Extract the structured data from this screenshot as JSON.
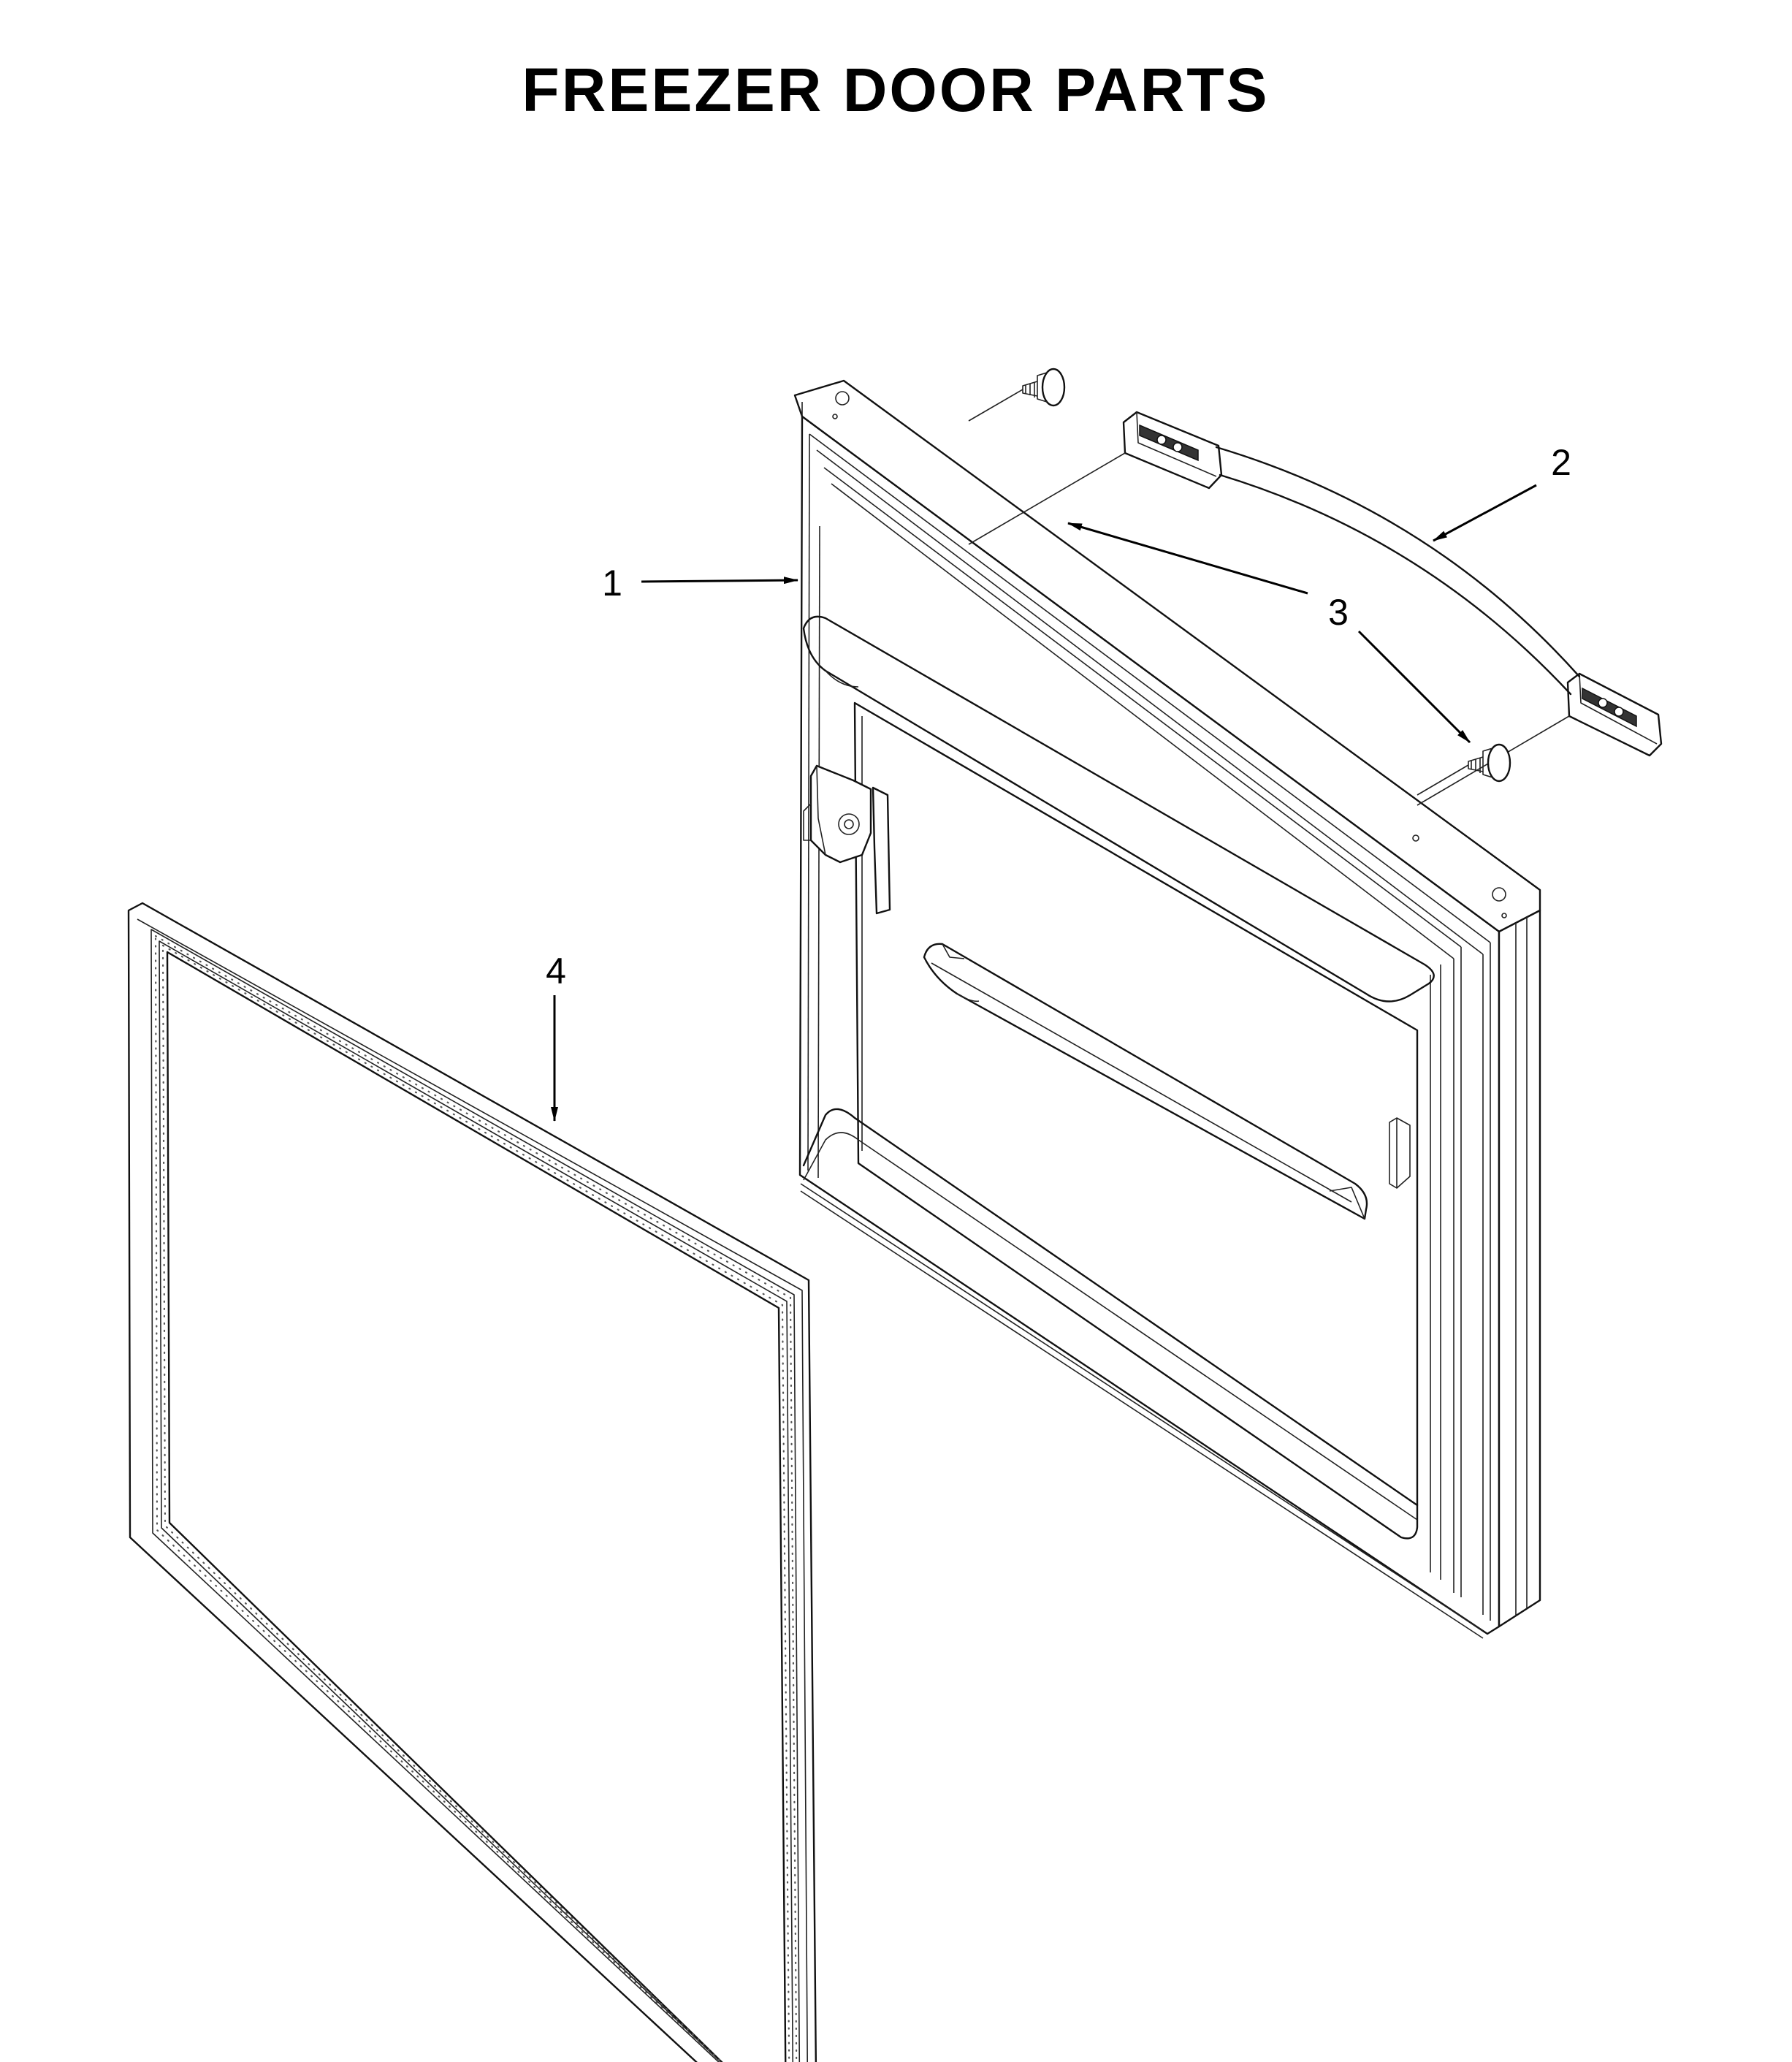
{
  "title": "FREEZER DOOR PARTS",
  "callouts": [
    {
      "id": "1",
      "label": "1",
      "part": "freezer-door"
    },
    {
      "id": "2",
      "label": "2",
      "part": "door-handle"
    },
    {
      "id": "3",
      "label": "3",
      "part": "handle-mounting-screw"
    },
    {
      "id": "4",
      "label": "4",
      "part": "door-gasket"
    }
  ]
}
